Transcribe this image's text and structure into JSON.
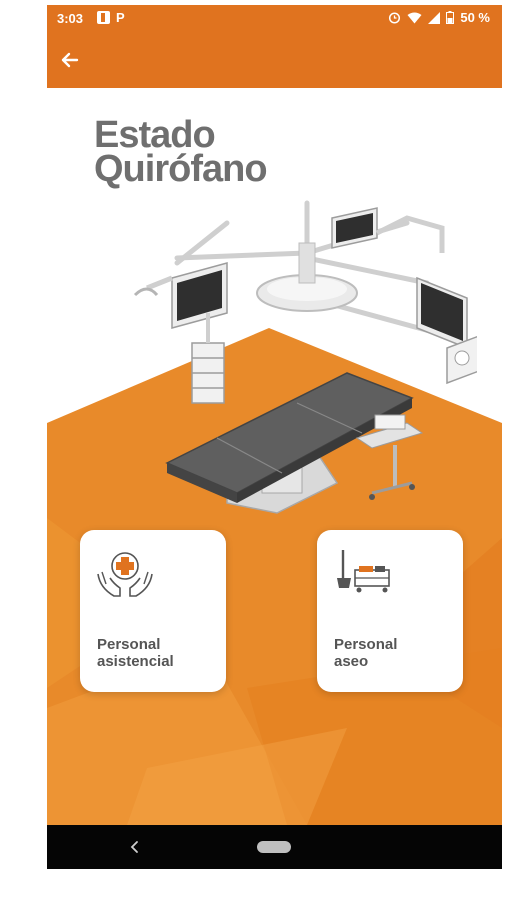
{
  "status_bar": {
    "time": "3:03",
    "battery": "50 %",
    "left_icons": [
      "notification-box-icon",
      "parking-p-icon"
    ],
    "right_icons": [
      "alarm-icon",
      "wifi-icon",
      "signal-icon",
      "battery-icon"
    ]
  },
  "app_bar": {
    "back_icon": "arrow-left-icon",
    "color": "#e0731f"
  },
  "page": {
    "title_line1": "Estado",
    "title_line2": "Quirófano"
  },
  "cards": [
    {
      "line1": "Personal",
      "line2": "asistencial",
      "icon": "care-hands-cross-icon"
    },
    {
      "line1": "Personal",
      "line2": "aseo",
      "icon": "cleaning-cart-icon"
    }
  ],
  "nav_bar": {
    "back_icon": "nav-back-chevron-icon",
    "home_icon": "home-pill-icon"
  },
  "colors": {
    "accent": "#e0731f",
    "background_orange": "#e88a2a",
    "title_gray": "#6f6f6f"
  }
}
